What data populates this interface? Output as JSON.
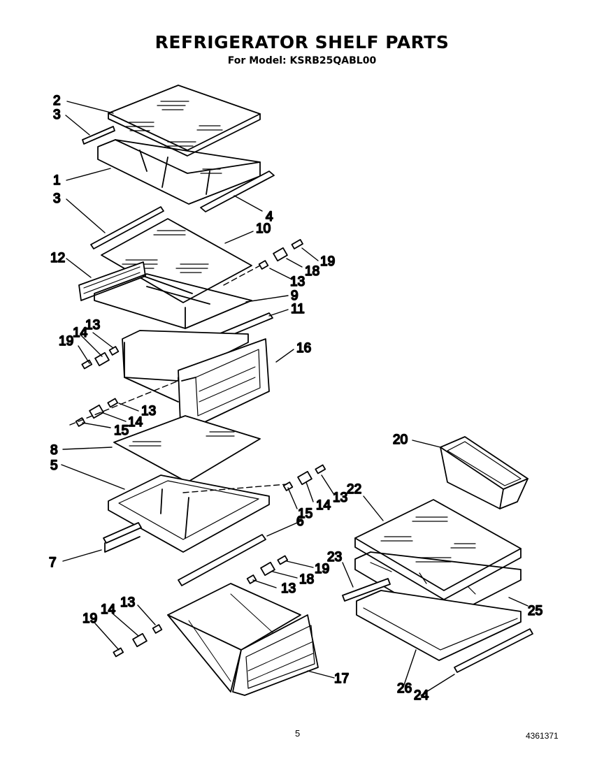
{
  "header": {
    "title": "REFRIGERATOR SHELF PARTS",
    "model_line": "For Model: KSRB25QABL00"
  },
  "footer": {
    "page_number": "5",
    "doc_code": "4361371"
  },
  "callouts": {
    "c2": "2",
    "c3a": "3",
    "c1": "1",
    "c3b": "3",
    "c4": "4",
    "c10": "10",
    "c12": "12",
    "c19a": "19",
    "c18a": "18",
    "c13a": "13",
    "c9": "9",
    "c11": "11",
    "c19b": "19",
    "c14a": "14",
    "c13b": "13",
    "c16": "16",
    "c13c": "13",
    "c14b": "14",
    "c15a": "15",
    "c8": "8",
    "c5": "5",
    "c20": "20",
    "c15b": "15",
    "c14c": "14",
    "c13d": "13",
    "c22": "22",
    "c6": "6",
    "c7": "7",
    "c19c": "19",
    "c18b": "18",
    "c13e": "13",
    "c23": "23",
    "c13f": "13",
    "c14d": "14",
    "c19d": "19",
    "c25": "25",
    "c17": "17",
    "c26": "26",
    "c24": "24"
  }
}
